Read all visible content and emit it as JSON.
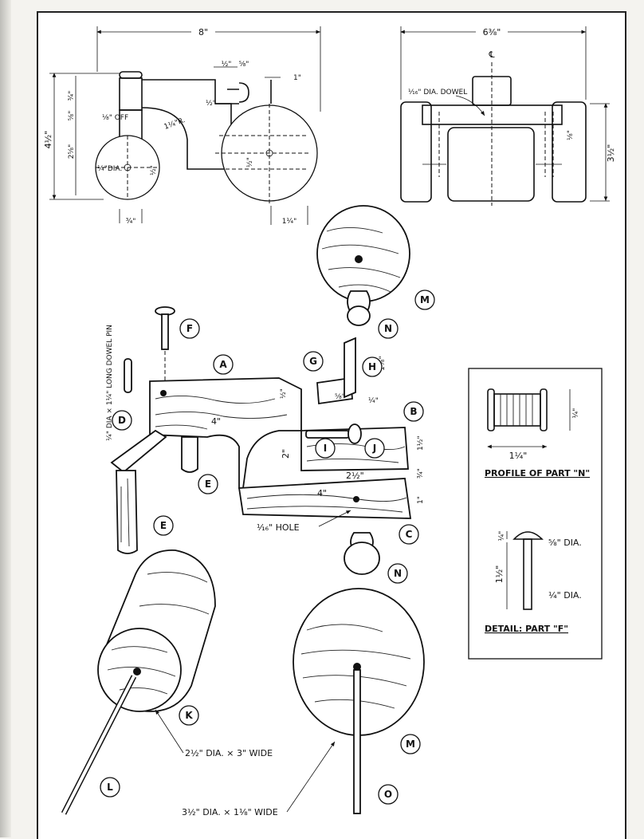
{
  "front_view": {
    "dim_width": "8\"",
    "dim_height_total": "4½\"",
    "dim_3_4": "¾\"",
    "dim_5_8": "⅝\"",
    "dim_2_5_8": "2⅝\"",
    "dim_half_a": "½\"",
    "dim_5_8_b": "⅝\"",
    "dim_1_top": "1\"",
    "dim_half_b": "½\"",
    "dim_1_8_off": "⅛\" OFF",
    "dim_radius": "1¼\"R.",
    "dim_wheel_dia": "¼\"DIA.",
    "dim_half_c": "½\"",
    "dim_half_d": "½\"",
    "dim_3_4_bottom": "¾\"",
    "dim_1_4_bottom": "1¼\""
  },
  "side_view": {
    "dim_width": "6⅜\"",
    "centerline": "℄",
    "dowel_note": "⅟₁₆\" DIA. DOWEL",
    "dim_1_8": "⅛\"",
    "dim_height": "3½\""
  },
  "parts": {
    "labels": [
      "A",
      "B",
      "C",
      "D",
      "E",
      "E",
      "F",
      "G",
      "H",
      "I",
      "J",
      "K",
      "L",
      "M",
      "M",
      "N",
      "N",
      "O"
    ],
    "dowel_pin_note": "¼\" DIA × 1¼\" LONG DOWEL PIN",
    "dim_a_len": "4\"",
    "dim_a_top": "½\"",
    "dim_a_height": "2\"",
    "dim_b_len": "2½\"",
    "dim_b_h": "1½\"",
    "dim_bc": "¾\"",
    "dim_c_len": "4\"",
    "dim_c_h": "1\"",
    "dim_g": "⅝\"",
    "dim_h_w": "¼\"",
    "dim_h_h": "1⅛\"",
    "hole_note": "⅟₁₆\" HOLE",
    "roller_note": "2½\" DIA. × 3\" WIDE",
    "wheel_note": "3½\" DIA. × 1⅛\" WIDE"
  },
  "detail_box": {
    "n_width": "1¼\"",
    "n_height": "¼\"",
    "profile_caption": "PROFILE OF PART \"N\"",
    "f_head_h": "¼\"",
    "f_head_dia": "⅝\" DIA.",
    "f_length": "1½\"",
    "f_shank_dia": "¼\" DIA.",
    "detail_caption": "DETAIL: PART \"F\""
  }
}
